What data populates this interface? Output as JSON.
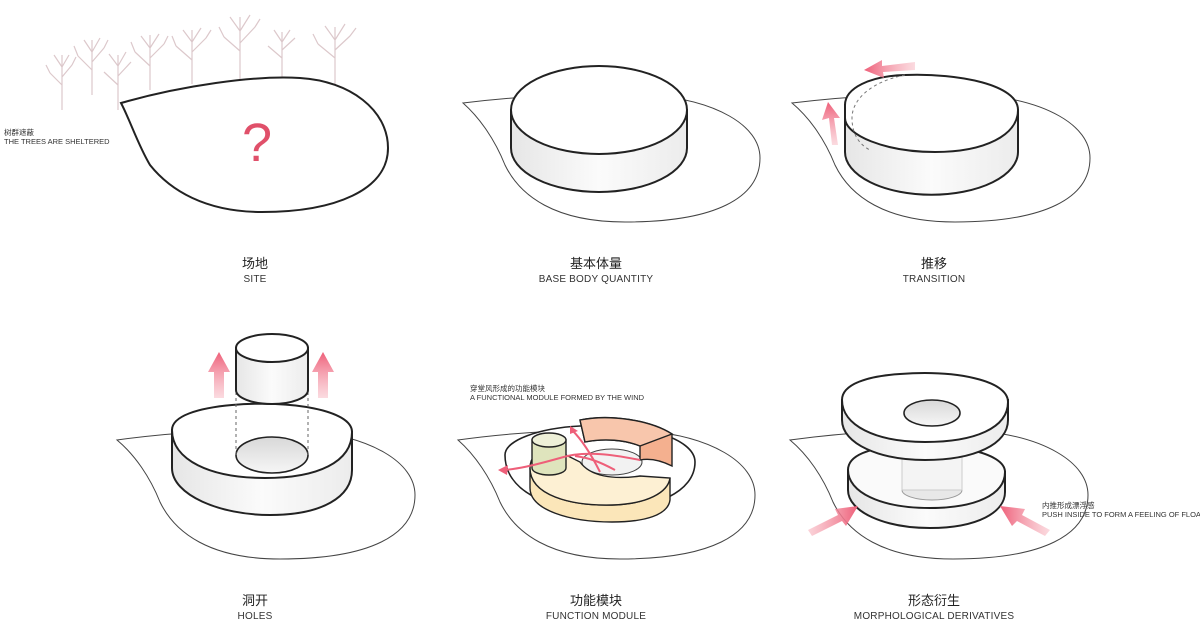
{
  "panels": [
    {
      "cn": "场地",
      "en": "SITE"
    },
    {
      "cn": "基本体量",
      "en": "BASE BODY QUANTITY"
    },
    {
      "cn": "推移",
      "en": "TRANSITION"
    },
    {
      "cn": "洞开",
      "en": "HOLES"
    },
    {
      "cn": "功能模块",
      "en": "FUNCTION MODULE"
    },
    {
      "cn": "形态衍生",
      "en": "MORPHOLOGICAL DERIVATIVES"
    }
  ],
  "annotations": {
    "trees": {
      "cn": "树群遮蔽",
      "en": "THE TREES ARE SHELTERED"
    },
    "wind": {
      "cn": "穿堂风形成的功能模块",
      "en": "A FUNCTIONAL MODULE FORMED BY THE WIND"
    },
    "push": {
      "cn": "内推形成漂浮感",
      "en": "PUSH INSIDE TO FORM A FEELING OF FLOATING"
    }
  },
  "site_mark": "?",
  "colors": {
    "arrow": "#f0768c",
    "question": "#e0506a",
    "module_orange": "#f4b08f",
    "module_yellow": "#fbe6b9",
    "module_green": "#dfe4bd"
  }
}
